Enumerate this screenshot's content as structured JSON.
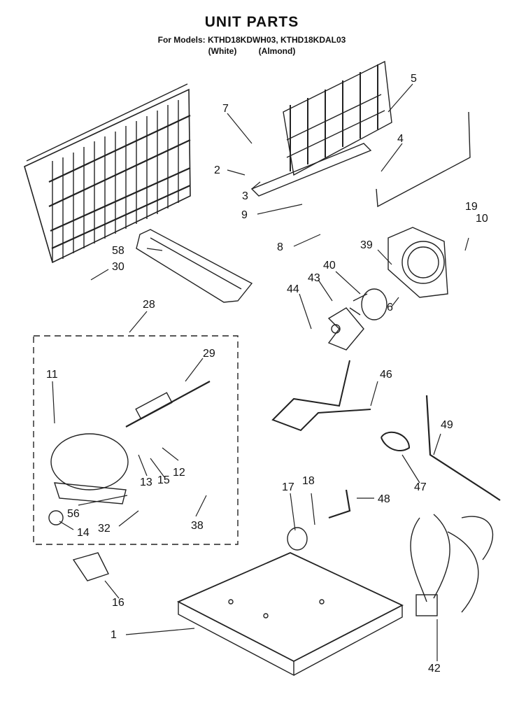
{
  "header": {
    "title": "UNIT PARTS",
    "models": "For Models: KTHD18KDWH03, KTHD18KDAL03",
    "variant_1": "(White)",
    "variant_2": "(Almond)"
  },
  "callouts": [
    "1",
    "2",
    "3",
    "4",
    "5",
    "6",
    "7",
    "8",
    "9",
    "10",
    "11",
    "12",
    "13",
    "14",
    "15",
    "16",
    "17",
    "18",
    "19",
    "28",
    "29",
    "30",
    "32",
    "38",
    "39",
    "40",
    "42",
    "43",
    "44",
    "46",
    "47",
    "48",
    "49",
    "56",
    "58"
  ]
}
